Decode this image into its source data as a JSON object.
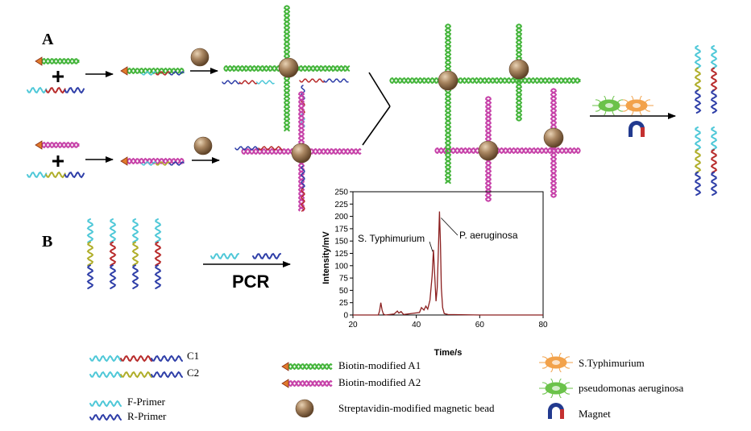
{
  "panels": {
    "a": "A",
    "b": "B"
  },
  "pcr_label": "PCR",
  "legend": {
    "c1": "C1",
    "c2": "C2",
    "f_primer": "F-Primer",
    "r_primer": "R-Primer",
    "a1": "Biotin-modified A1",
    "a2": "Biotin-modified A2",
    "bead": "Streptavidin-modified magnetic bead",
    "s_typhimurium": "S.Typhimurium",
    "p_aeruginosa": "pseudomonas aeruginosa",
    "magnet": "Magnet"
  },
  "colors": {
    "cyan": "#4fc8d8",
    "red": "#b82c2c",
    "blue": "#2f3fa8",
    "olive": "#b0ae2a",
    "green": "#43b43a",
    "magenta": "#c641a8",
    "bead": "#9b7a55",
    "trace": "#8b1f1f",
    "orange_cell": "#f2a24b",
    "green_cell": "#6bc24a"
  },
  "chart_data": {
    "type": "line",
    "xlabel": "Time/s",
    "ylabel": "Intensity/mV",
    "xlim": [
      20,
      80
    ],
    "ylim": [
      0,
      250
    ],
    "x_ticks": [
      20,
      40,
      60,
      80
    ],
    "y_ticks": [
      0,
      25,
      50,
      75,
      100,
      125,
      150,
      175,
      200,
      225,
      250
    ],
    "grid": false,
    "series": [
      {
        "x": [
          28,
          28.4,
          28.8,
          29.2,
          29.6,
          30.2,
          33,
          34,
          34.5,
          35.2,
          36,
          41,
          41.6,
          42.4,
          43,
          43.6,
          44.3,
          45,
          45.4,
          45.8,
          46.2,
          46.6,
          47,
          47.3,
          47.6,
          47.9,
          48.3,
          48.8,
          50,
          60,
          70,
          80
        ],
        "y": [
          0,
          8,
          25,
          10,
          2,
          0,
          2,
          8,
          4,
          7,
          1,
          5,
          15,
          10,
          18,
          12,
          30,
          80,
          132,
          80,
          28,
          55,
          140,
          210,
          145,
          55,
          15,
          3,
          1,
          0,
          0,
          0
        ]
      }
    ],
    "annotations": [
      {
        "text": "S. Typhimurium",
        "x": 45.4,
        "y": 132
      },
      {
        "text": "P. aeruginosa",
        "x": 47.3,
        "y": 210
      }
    ]
  }
}
